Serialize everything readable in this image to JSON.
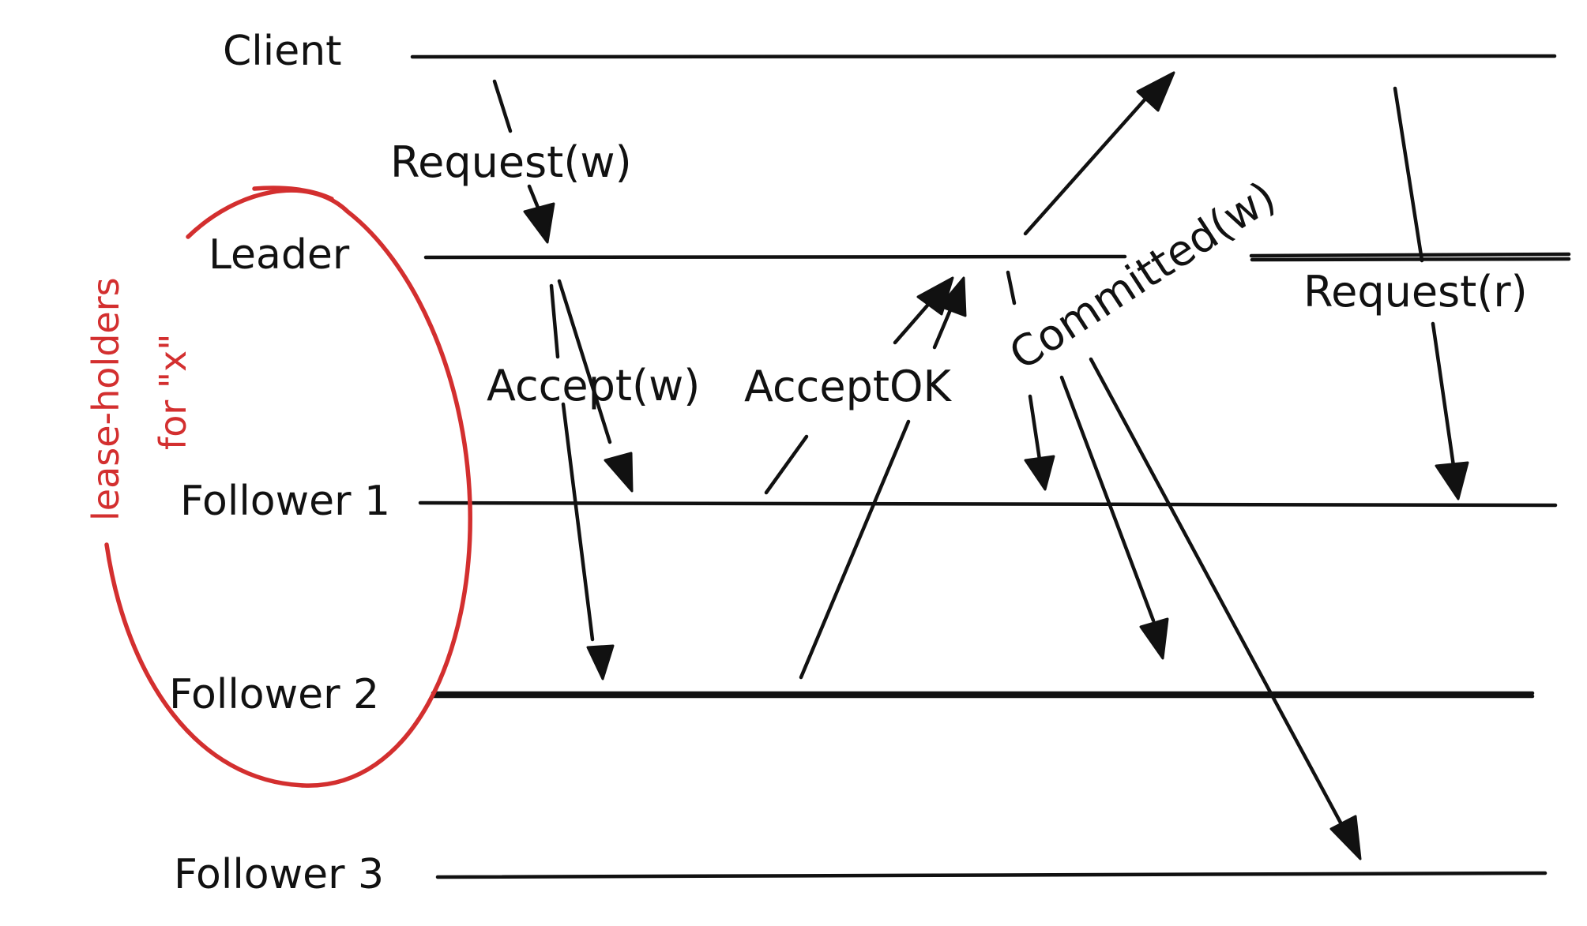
{
  "nodes": {
    "client": "Client",
    "leader": "Leader",
    "follower1": "Follower 1",
    "follower2": "Follower 2",
    "follower3": "Follower 3"
  },
  "messages": {
    "request_w": "Request(w)",
    "accept_w": "Accept(w)",
    "accept_ok": "AcceptOK",
    "committed_w": "Committed(w)",
    "request_r": "Request(r)"
  },
  "annotation": {
    "line1": "lease-holders",
    "line2": "for \"x\""
  },
  "colors": {
    "ink": "#111111",
    "annotation": "#d32f2f"
  }
}
